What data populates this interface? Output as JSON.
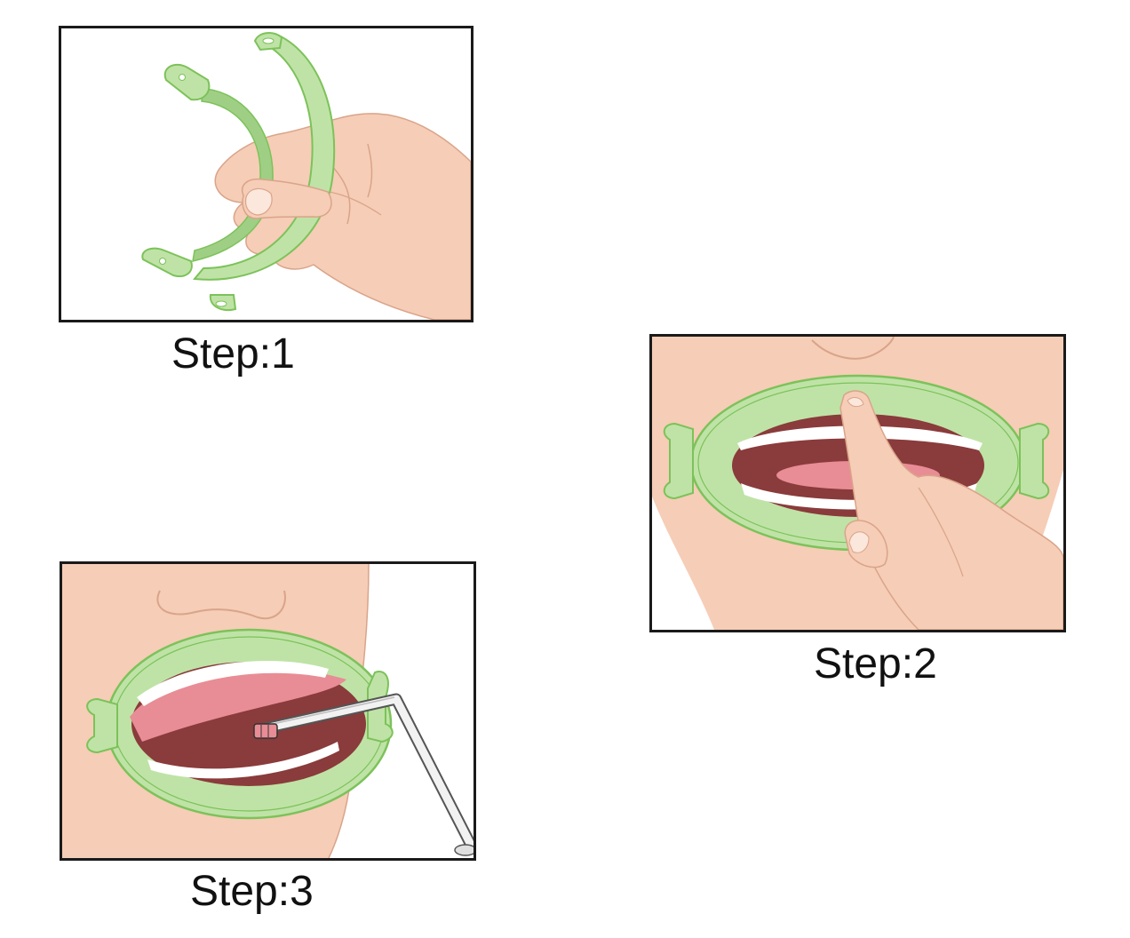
{
  "steps": [
    {
      "label": "Step:1"
    },
    {
      "label": "Step:2"
    },
    {
      "label": "Step:3"
    }
  ],
  "colors": {
    "skin": "#f6cdb6",
    "skin_line": "#d9a48a",
    "retractor": "#bfe3a6",
    "retractor_line": "#7cc25a",
    "lip": "#e9a996",
    "mouth_dark": "#8a3b3b",
    "tongue": "#e88d95",
    "teeth": "#ffffff",
    "frame": "#1a1a1a"
  },
  "icons": {
    "step1": "hand-holding-cheek-retractor",
    "step2": "finger-placing-retractor-in-mouth",
    "step3": "retractor-in-mouth-with-suction-tip"
  }
}
